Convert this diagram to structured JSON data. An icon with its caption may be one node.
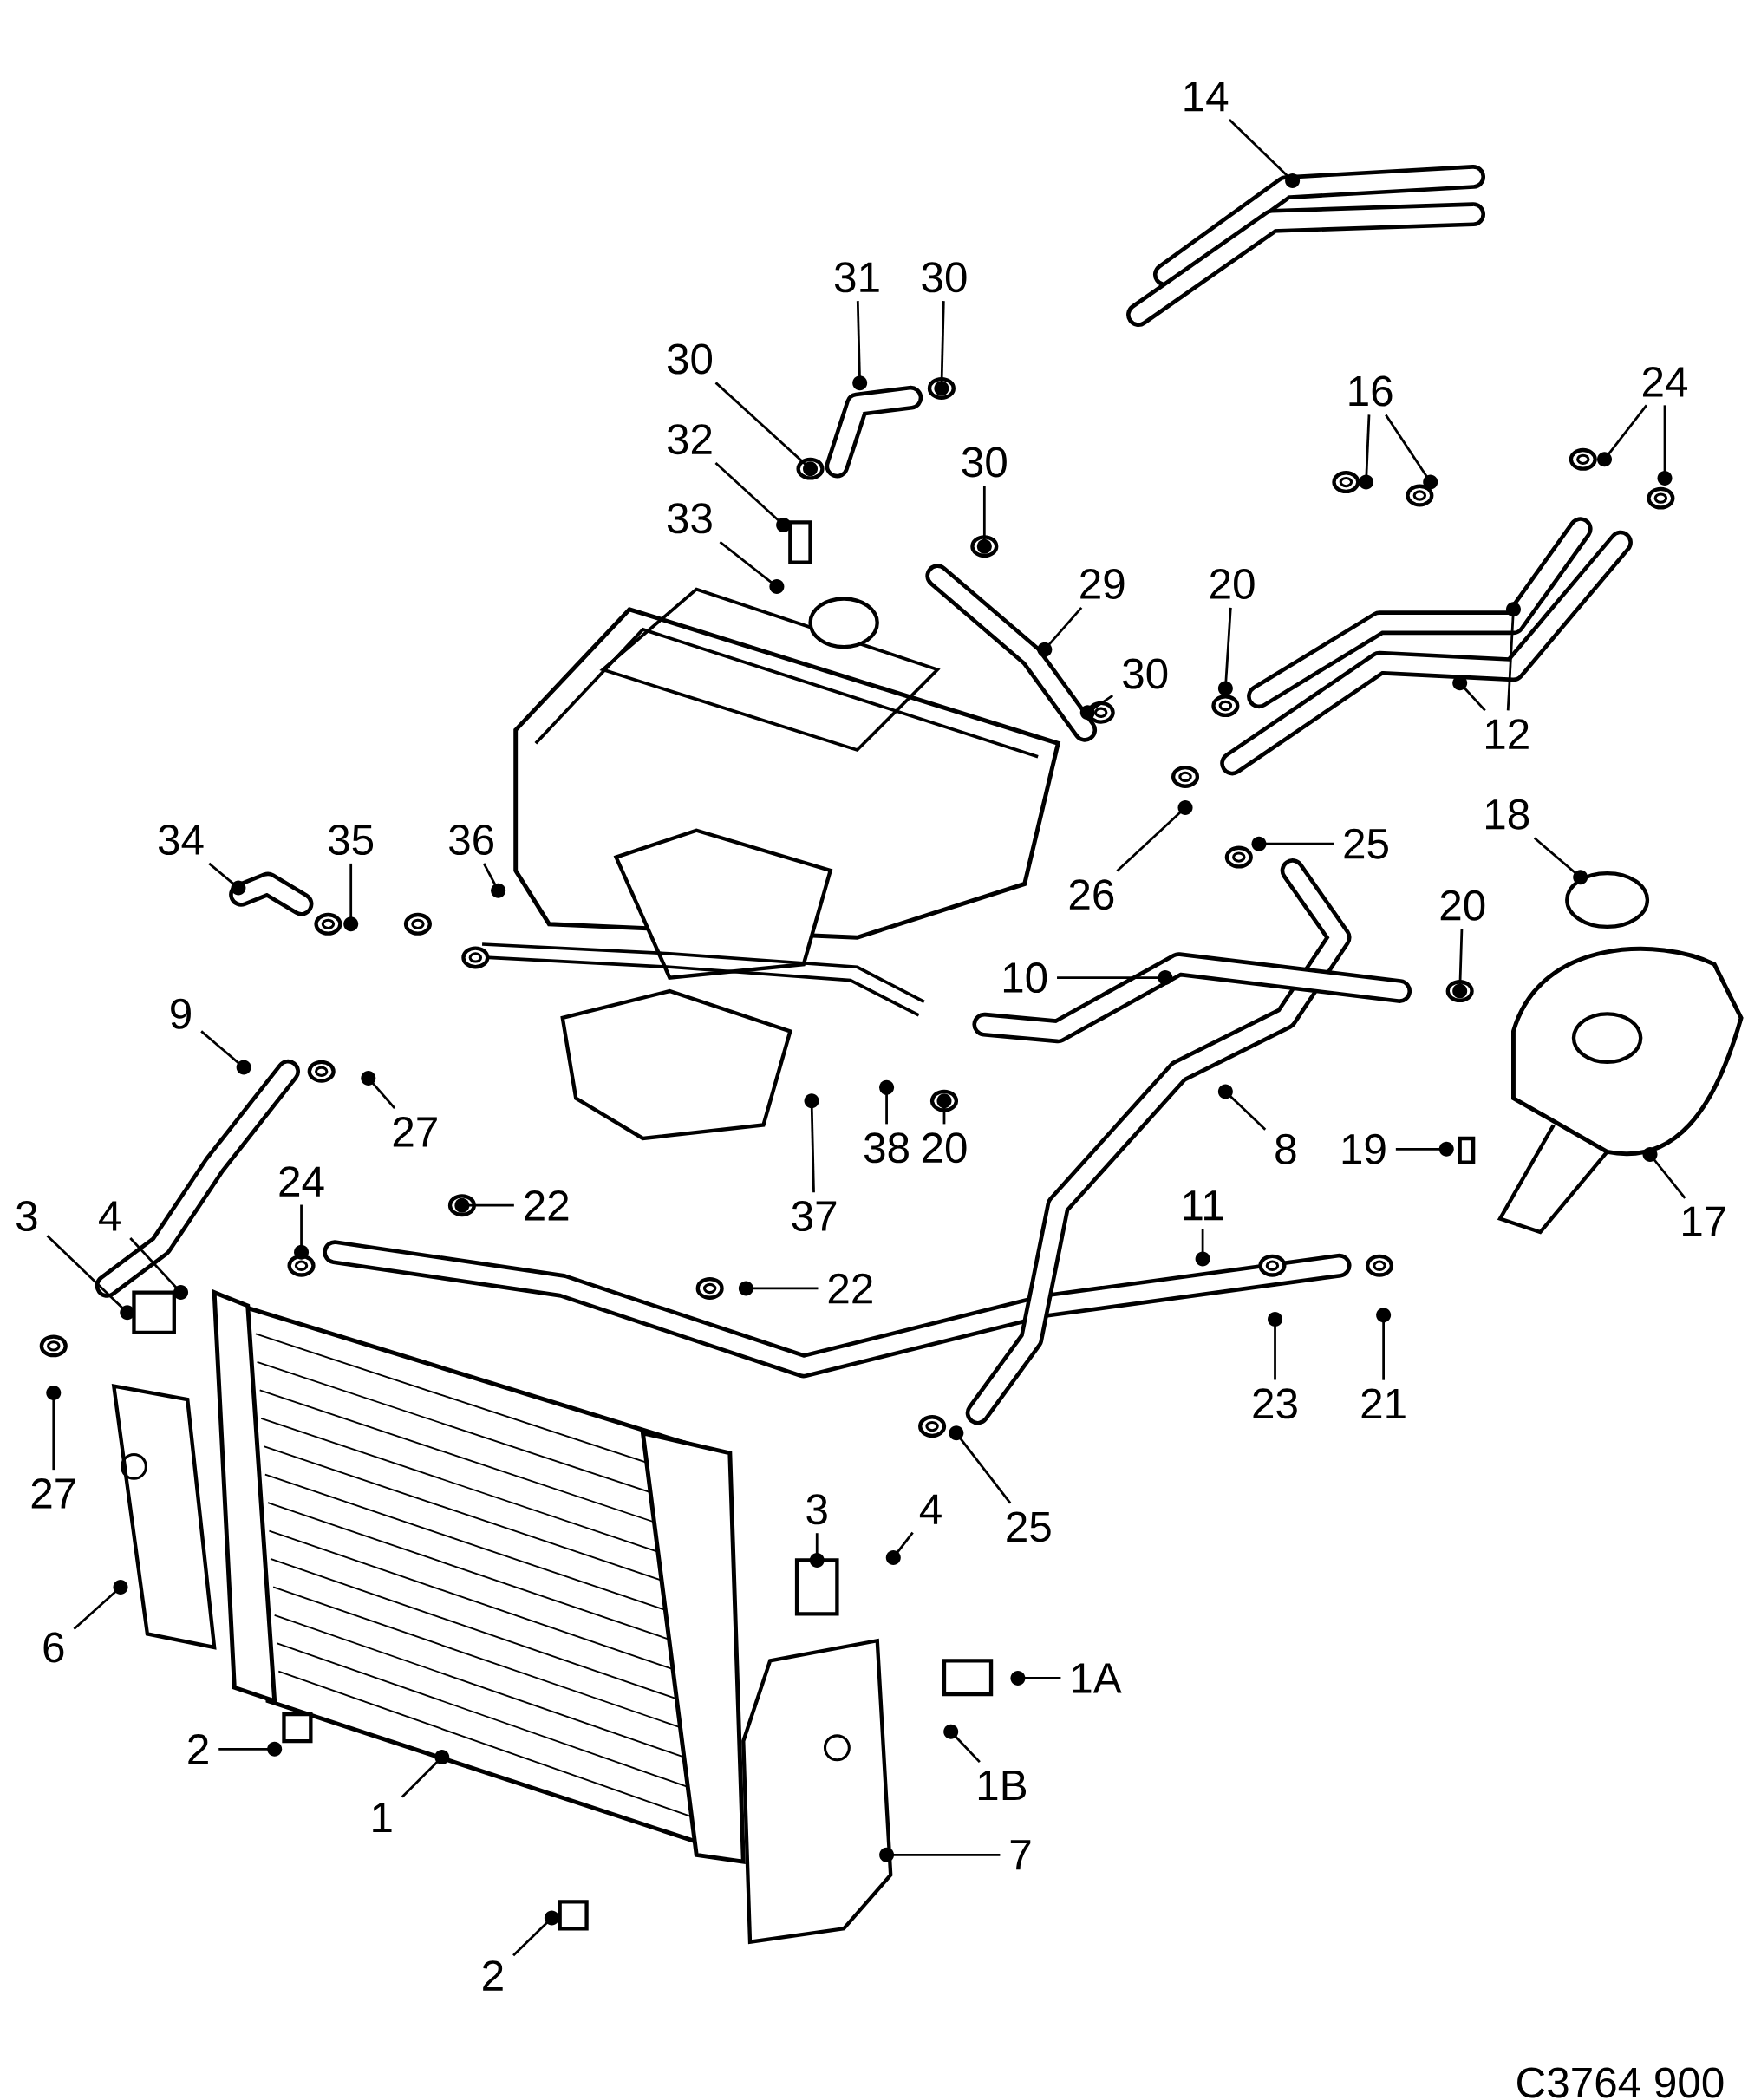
{
  "diagram": {
    "nodes": [
      {
        "text": [
          "14"
        ]
      },
      {
        "text": [
          "31"
        ]
      },
      {
        "text": [
          "30"
        ]
      },
      {
        "text": [
          "30"
        ]
      },
      {
        "text": [
          "32"
        ]
      },
      {
        "text": [
          "33"
        ]
      },
      {
        "text": [
          "16"
        ]
      },
      {
        "text": [
          "24"
        ]
      },
      {
        "text": [
          "30"
        ]
      },
      {
        "text": [
          "29"
        ]
      },
      {
        "text": [
          "20"
        ]
      },
      {
        "text": [
          "30"
        ]
      },
      {
        "text": [
          "12"
        ]
      },
      {
        "text": [
          "18"
        ]
      },
      {
        "text": [
          "25"
        ]
      },
      {
        "text": [
          "34"
        ]
      },
      {
        "text": [
          "35"
        ]
      },
      {
        "text": [
          "36"
        ]
      },
      {
        "text": [
          "26"
        ]
      },
      {
        "text": [
          "20"
        ]
      },
      {
        "text": [
          "10"
        ]
      },
      {
        "text": [
          "9"
        ]
      },
      {
        "text": [
          "27"
        ]
      },
      {
        "text": [
          "38"
        ]
      },
      {
        "text": [
          "20"
        ]
      },
      {
        "text": [
          "8"
        ]
      },
      {
        "text": [
          "19"
        ]
      },
      {
        "text": [
          "24"
        ]
      },
      {
        "text": [
          "22"
        ]
      },
      {
        "text": [
          "11"
        ]
      },
      {
        "text": [
          "17"
        ]
      },
      {
        "text": [
          "37"
        ]
      },
      {
        "text": [
          "3"
        ]
      },
      {
        "text": [
          "4"
        ]
      },
      {
        "text": [
          "22"
        ]
      },
      {
        "text": [
          "23"
        ]
      },
      {
        "text": [
          "21"
        ]
      },
      {
        "text": [
          "27"
        ]
      },
      {
        "text": [
          "25"
        ]
      },
      {
        "text": [
          "3"
        ]
      },
      {
        "text": [
          "4"
        ]
      },
      {
        "text": [
          "6"
        ]
      },
      {
        "text": [
          "1A"
        ]
      },
      {
        "text": [
          "2"
        ]
      },
      {
        "text": [
          "1B"
        ]
      },
      {
        "text": [
          "1"
        ]
      },
      {
        "text": [
          "7"
        ]
      },
      {
        "text": [
          "2"
        ]
      }
    ],
    "edges": [
      {
        "from": 0,
        "to": null,
        "arrow": "other"
      },
      {
        "from": 1,
        "to": null,
        "arrow": "other"
      },
      {
        "from": 2,
        "to": null,
        "arrow": "other"
      },
      {
        "from": 3,
        "to": null,
        "arrow": "other"
      },
      {
        "from": 4,
        "to": null,
        "arrow": "other"
      },
      {
        "from": 5,
        "to": null,
        "arrow": "other"
      },
      {
        "from": 6,
        "to": null,
        "arrow": "other"
      },
      {
        "from": 6,
        "to": null,
        "arrow": "other"
      },
      {
        "from": 7,
        "to": null,
        "arrow": "other"
      },
      {
        "from": 7,
        "to": null,
        "arrow": "other"
      },
      {
        "from": 8,
        "to": null,
        "arrow": "other"
      },
      {
        "from": 9,
        "to": null,
        "arrow": "other"
      },
      {
        "from": 10,
        "to": null,
        "arrow": "other"
      },
      {
        "from": 11,
        "to": null,
        "arrow": "other"
      },
      {
        "from": 12,
        "to": null,
        "arrow": "other"
      },
      {
        "from": 12,
        "to": null,
        "arrow": "other"
      },
      {
        "from": 13,
        "to": null,
        "arrow": "other"
      },
      {
        "from": 14,
        "to": null,
        "arrow": "other"
      },
      {
        "from": 15,
        "to": null,
        "arrow": "other"
      },
      {
        "from": 16,
        "to": null,
        "arrow": "other"
      },
      {
        "from": 17,
        "to": null,
        "arrow": "other"
      },
      {
        "from": 18,
        "to": null,
        "arrow": "other"
      },
      {
        "from": 19,
        "to": null,
        "arrow": "other"
      },
      {
        "from": 20,
        "to": null,
        "arrow": "other"
      },
      {
        "from": 21,
        "to": null,
        "arrow": "other"
      },
      {
        "from": 22,
        "to": null,
        "arrow": "other"
      },
      {
        "from": 23,
        "to": null,
        "arrow": "other"
      },
      {
        "from": 24,
        "to": null,
        "arrow": "other"
      },
      {
        "from": 25,
        "to": null,
        "arrow": "other"
      },
      {
        "from": 26,
        "to": null,
        "arrow": "other"
      },
      {
        "from": 27,
        "to": null,
        "arrow": "other"
      },
      {
        "from": 28,
        "to": null,
        "arrow": "other"
      },
      {
        "from": 29,
        "to": null,
        "arrow": "other"
      },
      {
        "from": 30,
        "to": null,
        "arrow": "other"
      },
      {
        "from": 31,
        "to": null,
        "arrow": "other"
      },
      {
        "from": 32,
        "to": null,
        "arrow": "other"
      },
      {
        "from": 33,
        "to": null,
        "arrow": "other"
      },
      {
        "from": 34,
        "to": null,
        "arrow": "other"
      },
      {
        "from": 35,
        "to": null,
        "arrow": "other"
      },
      {
        "from": 36,
        "to": null,
        "arrow": "other"
      },
      {
        "from": 37,
        "to": null,
        "arrow": "other"
      },
      {
        "from": 38,
        "to": null,
        "arrow": "other"
      },
      {
        "from": 39,
        "to": null,
        "arrow": "other"
      },
      {
        "from": 40,
        "to": null,
        "arrow": "other"
      },
      {
        "from": 41,
        "to": null,
        "arrow": "other"
      },
      {
        "from": 42,
        "to": null,
        "arrow": "other"
      },
      {
        "from": 43,
        "to": null,
        "arrow": "other"
      },
      {
        "from": 44,
        "to": null,
        "arrow": "other"
      },
      {
        "from": 45,
        "to": null,
        "arrow": "other"
      },
      {
        "from": 46,
        "to": null,
        "arrow": "other"
      },
      {
        "from": 47,
        "to": null,
        "arrow": "other"
      }
    ],
    "labels": [
      "C3764 900"
    ]
  }
}
